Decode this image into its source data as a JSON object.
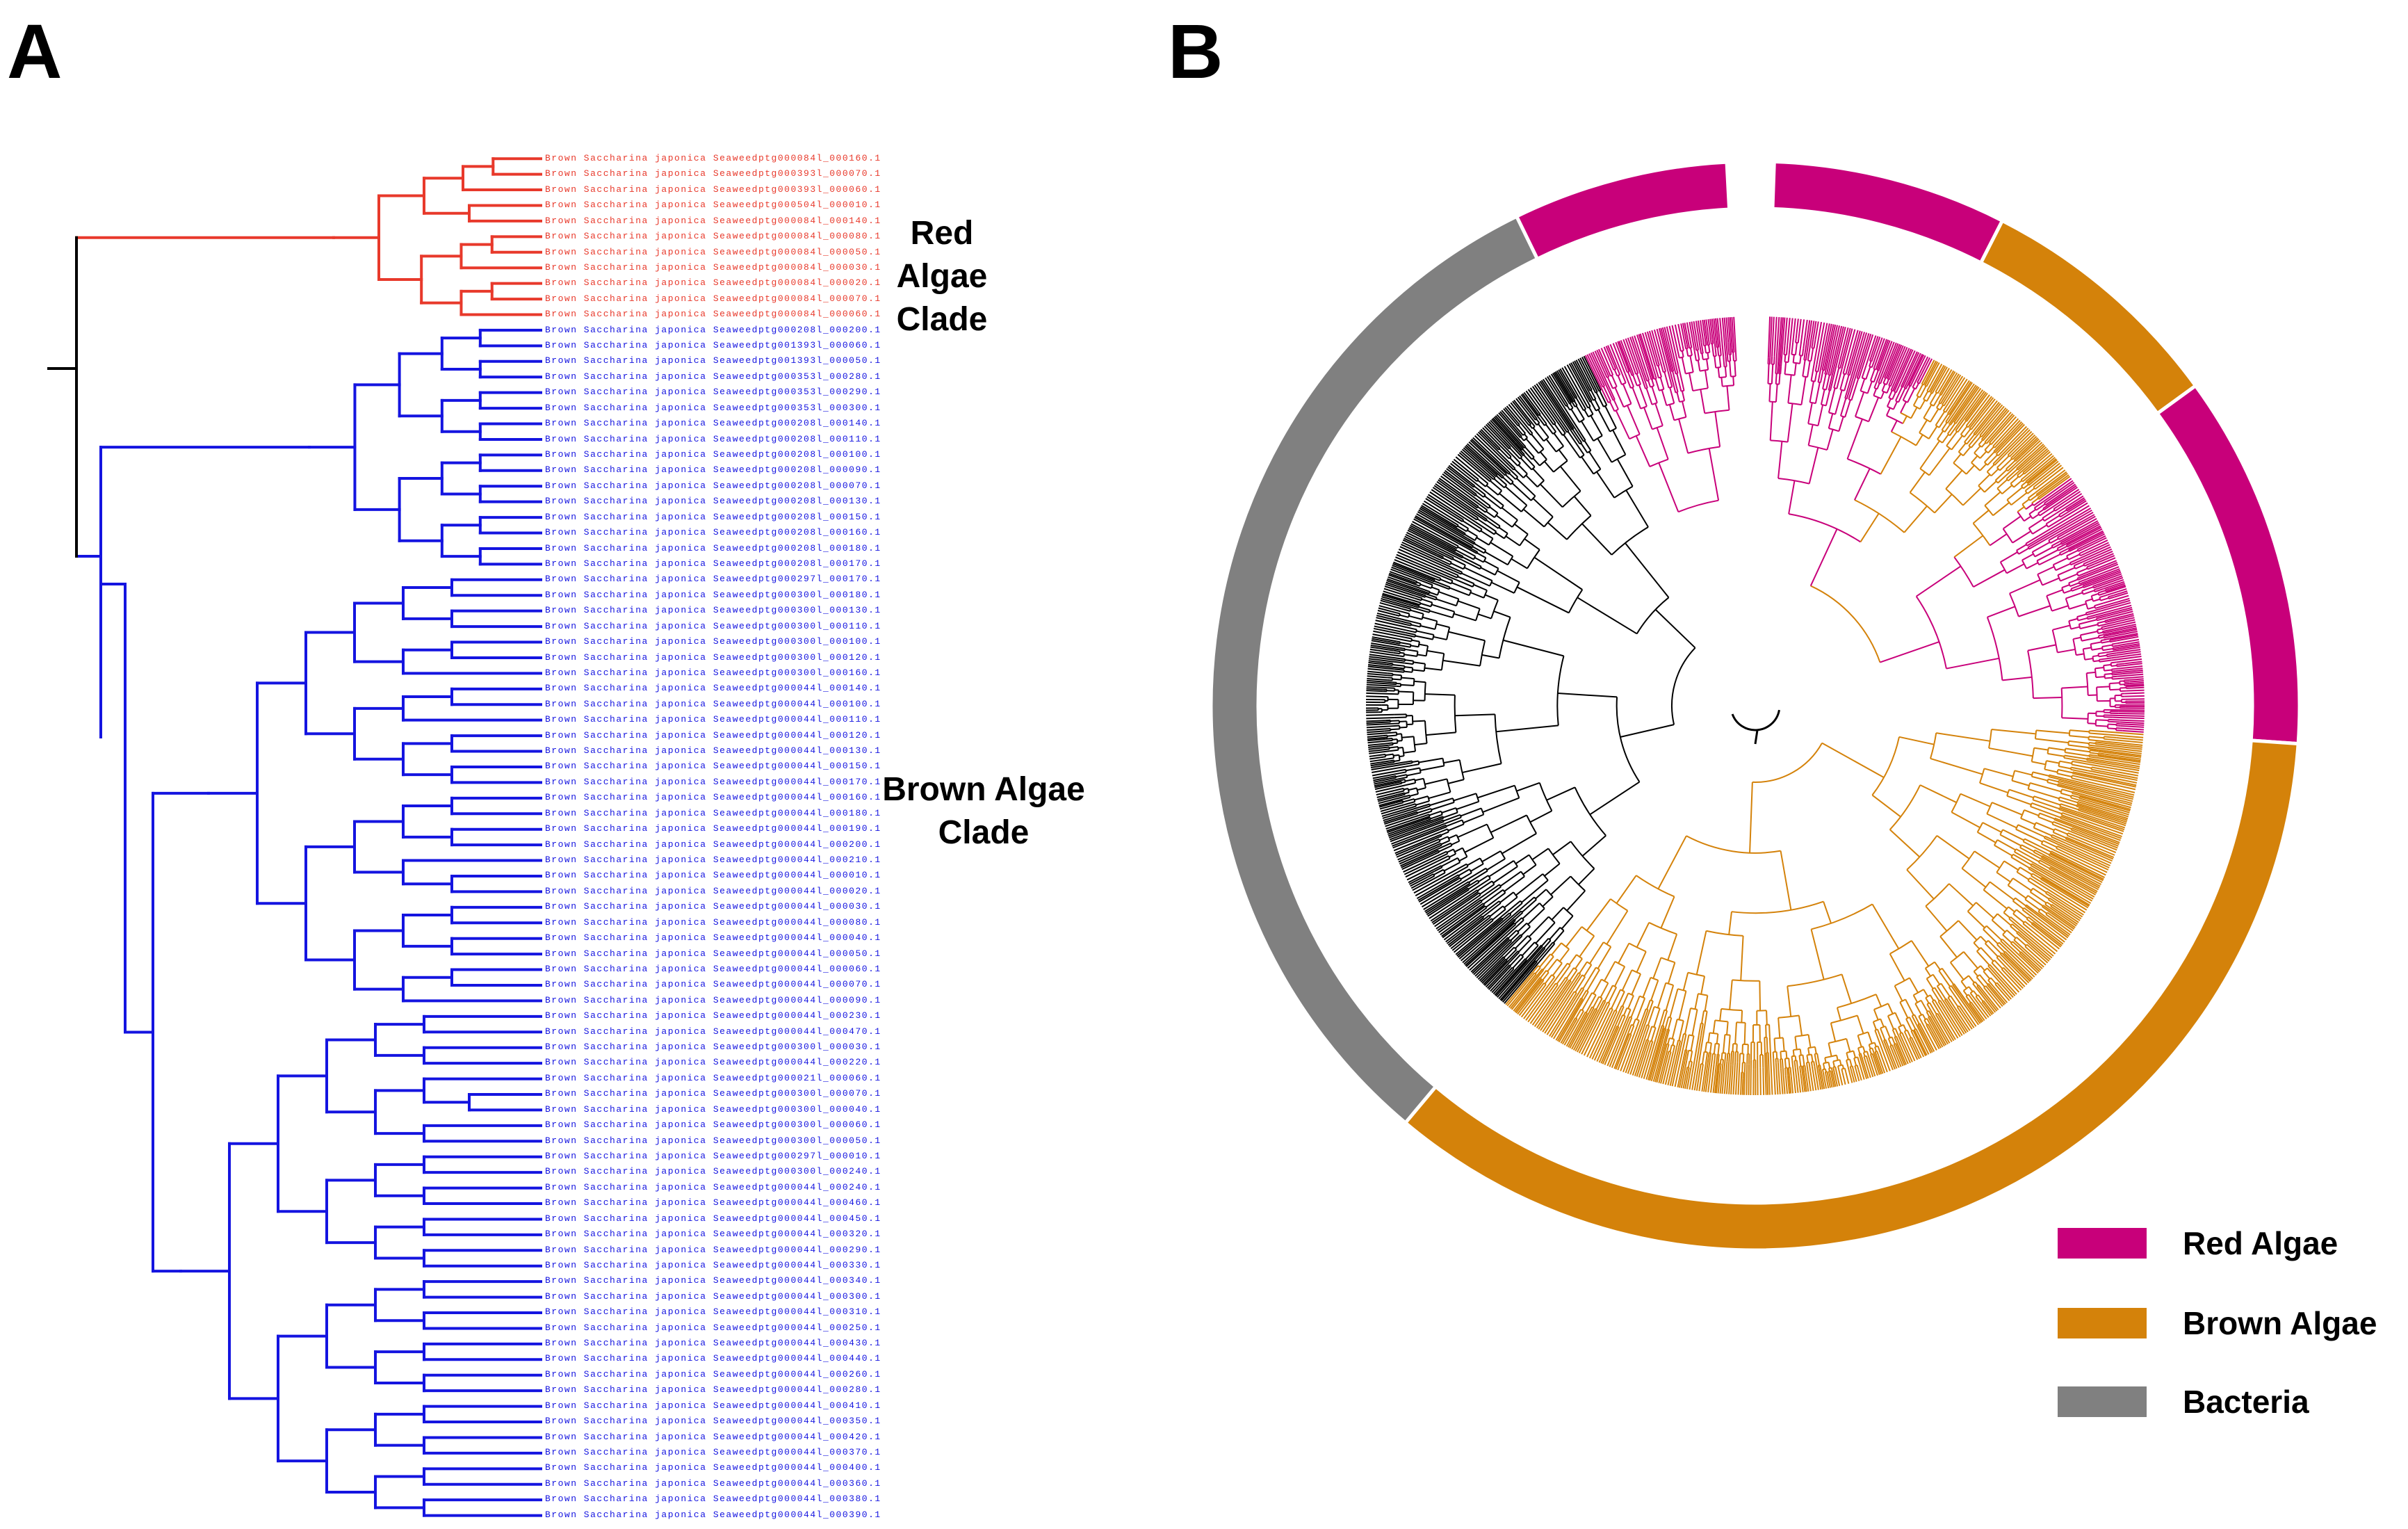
{
  "panels": {
    "a_label": "A",
    "b_label": "B"
  },
  "clades": {
    "red_line1": "Red Algae",
    "red_line2": "Clade",
    "brown_line1": "Brown Algae",
    "brown_line2": "Clade"
  },
  "colors": {
    "red_clade": "#e8392b",
    "brown_clade": "#1414e0",
    "red_algae": "#c8007a",
    "brown_algae": "#d4820a",
    "bacteria": "#808080"
  },
  "tip_prefix": "Brown Saccharina japonica Seaweed",
  "tips": [
    {
      "id": "ptg000084l_000160.1",
      "group": "red"
    },
    {
      "id": "ptg000393l_000070.1",
      "group": "red"
    },
    {
      "id": "ptg000393l_000060.1",
      "group": "red"
    },
    {
      "id": "ptg000504l_000010.1",
      "group": "red"
    },
    {
      "id": "ptg000084l_000140.1",
      "group": "red"
    },
    {
      "id": "ptg000084l_000080.1",
      "group": "red"
    },
    {
      "id": "ptg000084l_000050.1",
      "group": "red"
    },
    {
      "id": "ptg000084l_000030.1",
      "group": "red"
    },
    {
      "id": "ptg000084l_000020.1",
      "group": "red"
    },
    {
      "id": "ptg000084l_000070.1",
      "group": "red"
    },
    {
      "id": "ptg000084l_000060.1",
      "group": "red"
    },
    {
      "id": "ptg000208l_000200.1",
      "group": "brown"
    },
    {
      "id": "ptg001393l_000060.1",
      "group": "brown"
    },
    {
      "id": "ptg001393l_000050.1",
      "group": "brown"
    },
    {
      "id": "ptg000353l_000280.1",
      "group": "brown"
    },
    {
      "id": "ptg000353l_000290.1",
      "group": "brown"
    },
    {
      "id": "ptg000353l_000300.1",
      "group": "brown"
    },
    {
      "id": "ptg000208l_000140.1",
      "group": "brown"
    },
    {
      "id": "ptg000208l_000110.1",
      "group": "brown"
    },
    {
      "id": "ptg000208l_000100.1",
      "group": "brown"
    },
    {
      "id": "ptg000208l_000090.1",
      "group": "brown"
    },
    {
      "id": "ptg000208l_000070.1",
      "group": "brown"
    },
    {
      "id": "ptg000208l_000130.1",
      "group": "brown"
    },
    {
      "id": "ptg000208l_000150.1",
      "group": "brown"
    },
    {
      "id": "ptg000208l_000160.1",
      "group": "brown"
    },
    {
      "id": "ptg000208l_000180.1",
      "group": "brown"
    },
    {
      "id": "ptg000208l_000170.1",
      "group": "brown"
    },
    {
      "id": "ptg000297l_000170.1",
      "group": "brown"
    },
    {
      "id": "ptg000300l_000180.1",
      "group": "brown"
    },
    {
      "id": "ptg000300l_000130.1",
      "group": "brown"
    },
    {
      "id": "ptg000300l_000110.1",
      "group": "brown"
    },
    {
      "id": "ptg000300l_000100.1",
      "group": "brown"
    },
    {
      "id": "ptg000300l_000120.1",
      "group": "brown"
    },
    {
      "id": "ptg000300l_000160.1",
      "group": "brown"
    },
    {
      "id": "ptg000044l_000140.1",
      "group": "brown"
    },
    {
      "id": "ptg000044l_000100.1",
      "group": "brown"
    },
    {
      "id": "ptg000044l_000110.1",
      "group": "brown"
    },
    {
      "id": "ptg000044l_000120.1",
      "group": "brown"
    },
    {
      "id": "ptg000044l_000130.1",
      "group": "brown"
    },
    {
      "id": "ptg000044l_000150.1",
      "group": "brown"
    },
    {
      "id": "ptg000044l_000170.1",
      "group": "brown"
    },
    {
      "id": "ptg000044l_000160.1",
      "group": "brown"
    },
    {
      "id": "ptg000044l_000180.1",
      "group": "brown"
    },
    {
      "id": "ptg000044l_000190.1",
      "group": "brown"
    },
    {
      "id": "ptg000044l_000200.1",
      "group": "brown"
    },
    {
      "id": "ptg000044l_000210.1",
      "group": "brown"
    },
    {
      "id": "ptg000044l_000010.1",
      "group": "brown"
    },
    {
      "id": "ptg000044l_000020.1",
      "group": "brown"
    },
    {
      "id": "ptg000044l_000030.1",
      "group": "brown"
    },
    {
      "id": "ptg000044l_000080.1",
      "group": "brown"
    },
    {
      "id": "ptg000044l_000040.1",
      "group": "brown"
    },
    {
      "id": "ptg000044l_000050.1",
      "group": "brown"
    },
    {
      "id": "ptg000044l_000060.1",
      "group": "brown"
    },
    {
      "id": "ptg000044l_000070.1",
      "group": "brown"
    },
    {
      "id": "ptg000044l_000090.1",
      "group": "brown"
    },
    {
      "id": "ptg000044l_000230.1",
      "group": "brown"
    },
    {
      "id": "ptg000044l_000470.1",
      "group": "brown"
    },
    {
      "id": "ptg000300l_000030.1",
      "group": "brown"
    },
    {
      "id": "ptg000044l_000220.1",
      "group": "brown"
    },
    {
      "id": "ptg000021l_000060.1",
      "group": "brown"
    },
    {
      "id": "ptg000300l_000070.1",
      "group": "brown"
    },
    {
      "id": "ptg000300l_000040.1",
      "group": "brown"
    },
    {
      "id": "ptg000300l_000060.1",
      "group": "brown"
    },
    {
      "id": "ptg000300l_000050.1",
      "group": "brown"
    },
    {
      "id": "ptg000297l_000010.1",
      "group": "brown"
    },
    {
      "id": "ptg000300l_000240.1",
      "group": "brown"
    },
    {
      "id": "ptg000044l_000240.1",
      "group": "brown"
    },
    {
      "id": "ptg000044l_000460.1",
      "group": "brown"
    },
    {
      "id": "ptg000044l_000450.1",
      "group": "brown"
    },
    {
      "id": "ptg000044l_000320.1",
      "group": "brown"
    },
    {
      "id": "ptg000044l_000290.1",
      "group": "brown"
    },
    {
      "id": "ptg000044l_000330.1",
      "group": "brown"
    },
    {
      "id": "ptg000044l_000340.1",
      "group": "brown"
    },
    {
      "id": "ptg000044l_000300.1",
      "group": "brown"
    },
    {
      "id": "ptg000044l_000310.1",
      "group": "brown"
    },
    {
      "id": "ptg000044l_000250.1",
      "group": "brown"
    },
    {
      "id": "ptg000044l_000430.1",
      "group": "brown"
    },
    {
      "id": "ptg000044l_000440.1",
      "group": "brown"
    },
    {
      "id": "ptg000044l_000260.1",
      "group": "brown"
    },
    {
      "id": "ptg000044l_000280.1",
      "group": "brown"
    },
    {
      "id": "ptg000044l_000410.1",
      "group": "brown"
    },
    {
      "id": "ptg000044l_000350.1",
      "group": "brown"
    },
    {
      "id": "ptg000044l_000420.1",
      "group": "brown"
    },
    {
      "id": "ptg000044l_000370.1",
      "group": "brown"
    },
    {
      "id": "ptg000044l_000400.1",
      "group": "brown"
    },
    {
      "id": "ptg000044l_000360.1",
      "group": "brown"
    },
    {
      "id": "ptg000044l_000380.1",
      "group": "brown"
    },
    {
      "id": "ptg000044l_000390.1",
      "group": "brown"
    }
  ],
  "legend": [
    {
      "label": "Red Algae",
      "color": "#c8007a"
    },
    {
      "label": "Brown Algae",
      "color": "#d4820a"
    },
    {
      "label": "Bacteria",
      "color": "#808080"
    }
  ]
}
